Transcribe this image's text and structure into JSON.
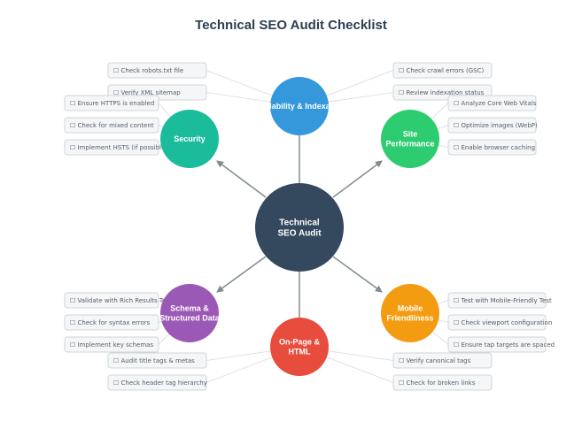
{
  "title": "Technical SEO Audit Checklist",
  "center": {
    "lines": [
      "Technical",
      "SEO Audit"
    ],
    "color": "#34495e"
  },
  "checkbox_glyph": "☐",
  "nodes": [
    {
      "id": "indexability",
      "lines": [
        "Crawlability & Indexability"
      ],
      "color": "#3498db",
      "items": [
        "Check robots.txt file",
        "Verify XML sitemap",
        "Check crawl errors (GSC)",
        "Review indexation status"
      ]
    },
    {
      "id": "security",
      "lines": [
        "Security"
      ],
      "color": "#1abc9c",
      "items": [
        "Ensure HTTPS is enabled",
        "Check for mixed content",
        "Implement HSTS (if possible)"
      ]
    },
    {
      "id": "performance",
      "lines": [
        "Site",
        "Performance"
      ],
      "color": "#2ecc71",
      "items": [
        "Analyze Core Web Vitals",
        "Optimize images (WebP)",
        "Enable browser caching"
      ]
    },
    {
      "id": "schema",
      "lines": [
        "Schema &",
        "Structured Data"
      ],
      "color": "#9b59b6",
      "items": [
        "Validate with Rich Results Test",
        "Check for syntax errors",
        "Implement key schemas"
      ]
    },
    {
      "id": "onpage",
      "lines": [
        "On-Page &",
        "HTML"
      ],
      "color": "#e74c3c",
      "items": [
        "Audit title tags & metas",
        "Check header tag hierarchy",
        "Verify canonical tags",
        "Check for broken links"
      ]
    },
    {
      "id": "mobile",
      "lines": [
        "Mobile",
        "Friendliness"
      ],
      "color": "#f39c12",
      "items": [
        "Test with Mobile-Friendly Test",
        "Check viewport configuration",
        "Ensure tap targets are spaced"
      ]
    }
  ]
}
